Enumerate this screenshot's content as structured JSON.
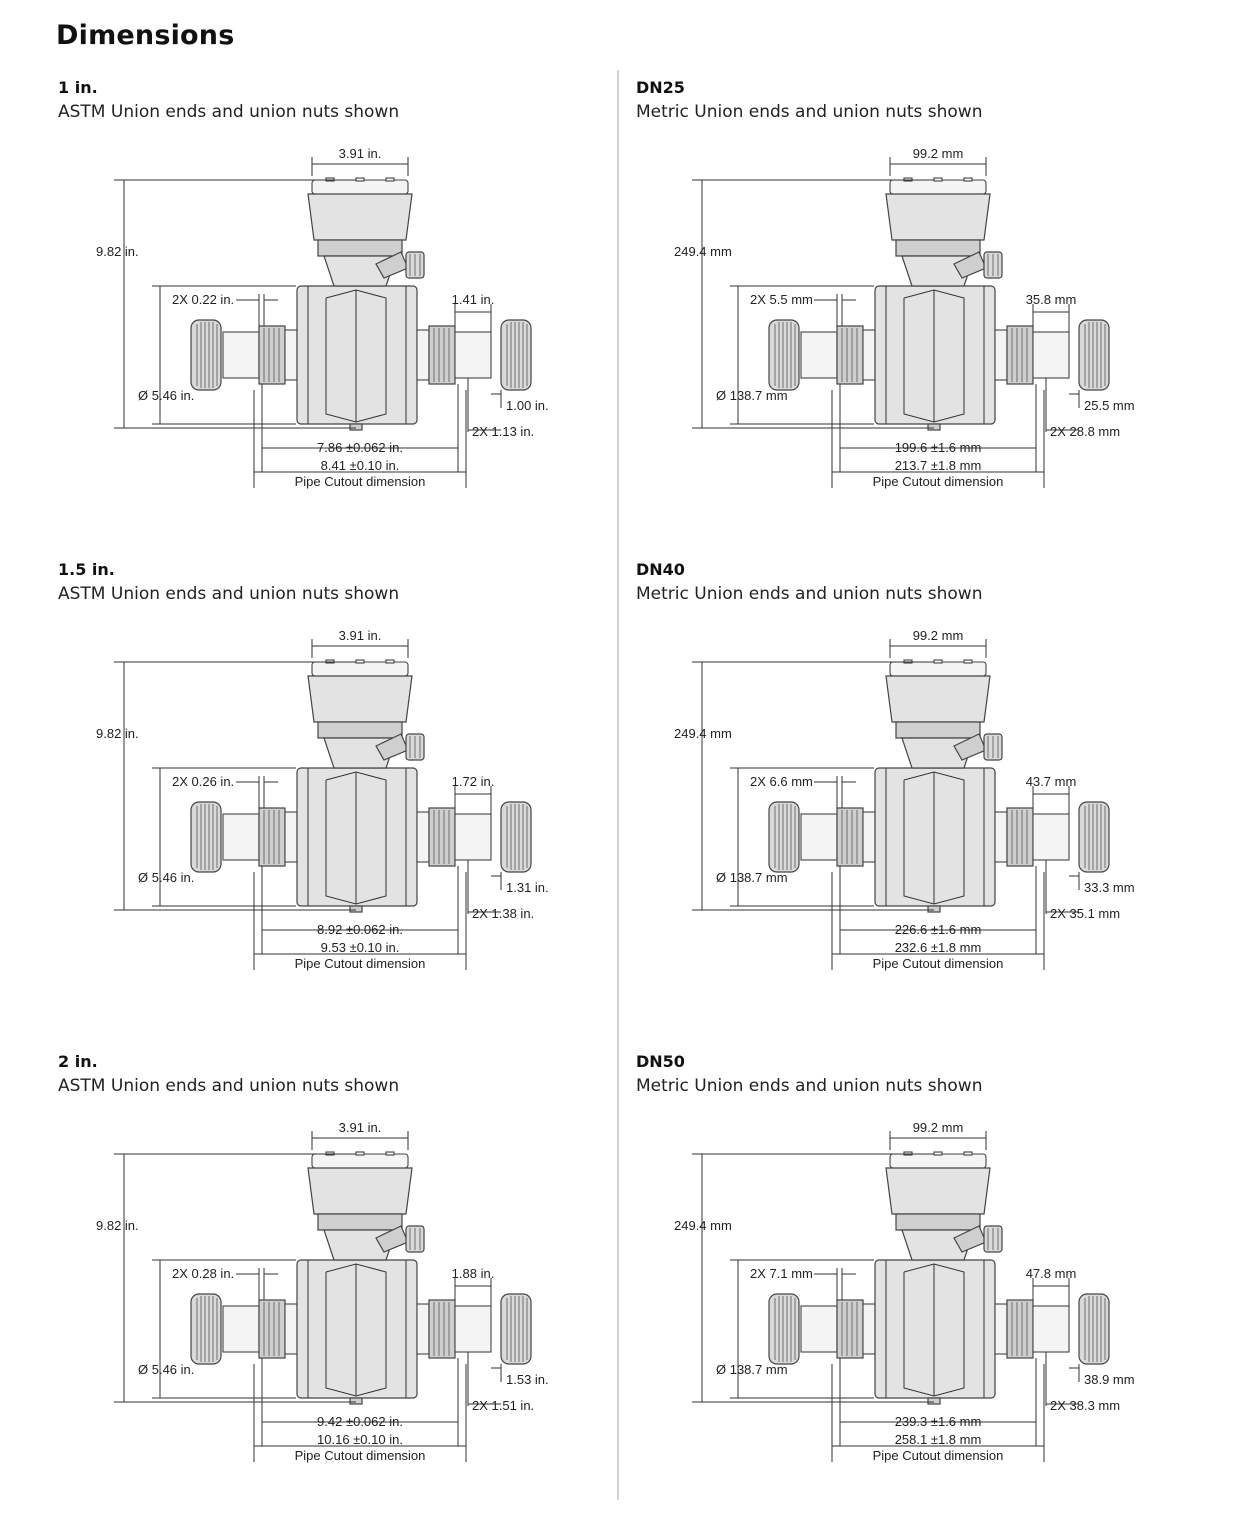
{
  "page": {
    "title": "Dimensions"
  },
  "panels": [
    {
      "size": "1 in.",
      "caption": "ASTM Union ends and union nuts shown",
      "dims": {
        "head_width": "3.91 in.",
        "overall_height": "9.82 in.",
        "diameter": "Ø 5.46 in.",
        "gap": "2X 0.22 in.",
        "nut_width": "1.41 in.",
        "nut_offset": "1.00 in.",
        "end_length": "2X 1.13 in.",
        "lay_length": "7.86 ±0.062 in.",
        "cutout_length": "8.41 ±0.10 in.",
        "cutout_label": "Pipe Cutout dimension"
      }
    },
    {
      "size": "DN25",
      "caption": "Metric Union ends and union nuts shown",
      "dims": {
        "head_width": "99.2 mm",
        "overall_height": "249.4 mm",
        "diameter": "Ø 138.7 mm",
        "gap": "2X 5.5 mm",
        "nut_width": "35.8 mm",
        "nut_offset": "25.5 mm",
        "end_length": "2X 28.8 mm",
        "lay_length": "199.6 ±1.6 mm",
        "cutout_length": "213.7 ±1.8 mm",
        "cutout_label": "Pipe Cutout dimension"
      }
    },
    {
      "size": "1.5 in.",
      "caption": "ASTM Union ends and union nuts shown",
      "dims": {
        "head_width": "3.91 in.",
        "overall_height": "9.82 in.",
        "diameter": "Ø 5.46 in.",
        "gap": "2X 0.26 in.",
        "nut_width": "1.72 in.",
        "nut_offset": "1.31 in.",
        "end_length": "2X 1.38 in.",
        "lay_length": "8.92 ±0.062 in.",
        "cutout_length": "9.53 ±0.10 in.",
        "cutout_label": "Pipe Cutout dimension"
      }
    },
    {
      "size": "DN40",
      "caption": "Metric Union ends and union nuts shown",
      "dims": {
        "head_width": "99.2 mm",
        "overall_height": "249.4 mm",
        "diameter": "Ø 138.7 mm",
        "gap": "2X 6.6 mm",
        "nut_width": "43.7 mm",
        "nut_offset": "33.3 mm",
        "end_length": "2X 35.1 mm",
        "lay_length": "226.6 ±1.6 mm",
        "cutout_length": "232.6 ±1.8 mm",
        "cutout_label": "Pipe Cutout dimension"
      }
    },
    {
      "size": "2 in.",
      "caption": "ASTM Union ends and union nuts shown",
      "dims": {
        "head_width": "3.91 in.",
        "overall_height": "9.82 in.",
        "diameter": "Ø 5.46 in.",
        "gap": "2X 0.28 in.",
        "nut_width": "1.88 in.",
        "nut_offset": "1.53 in.",
        "end_length": "2X 1.51 in.",
        "lay_length": "9.42 ±0.062 in.",
        "cutout_length": "10.16 ±0.10 in.",
        "cutout_label": "Pipe Cutout dimension"
      }
    },
    {
      "size": "DN50",
      "caption": "Metric Union ends and union nuts shown",
      "dims": {
        "head_width": "99.2 mm",
        "overall_height": "249.4 mm",
        "diameter": "Ø 138.7 mm",
        "gap": "2X 7.1 mm",
        "nut_width": "47.8 mm",
        "nut_offset": "38.9 mm",
        "end_length": "2X 38.3 mm",
        "lay_length": "239.3 ±1.6 mm",
        "cutout_length": "258.1 ±1.8 mm",
        "cutout_label": "Pipe Cutout dimension"
      }
    }
  ]
}
